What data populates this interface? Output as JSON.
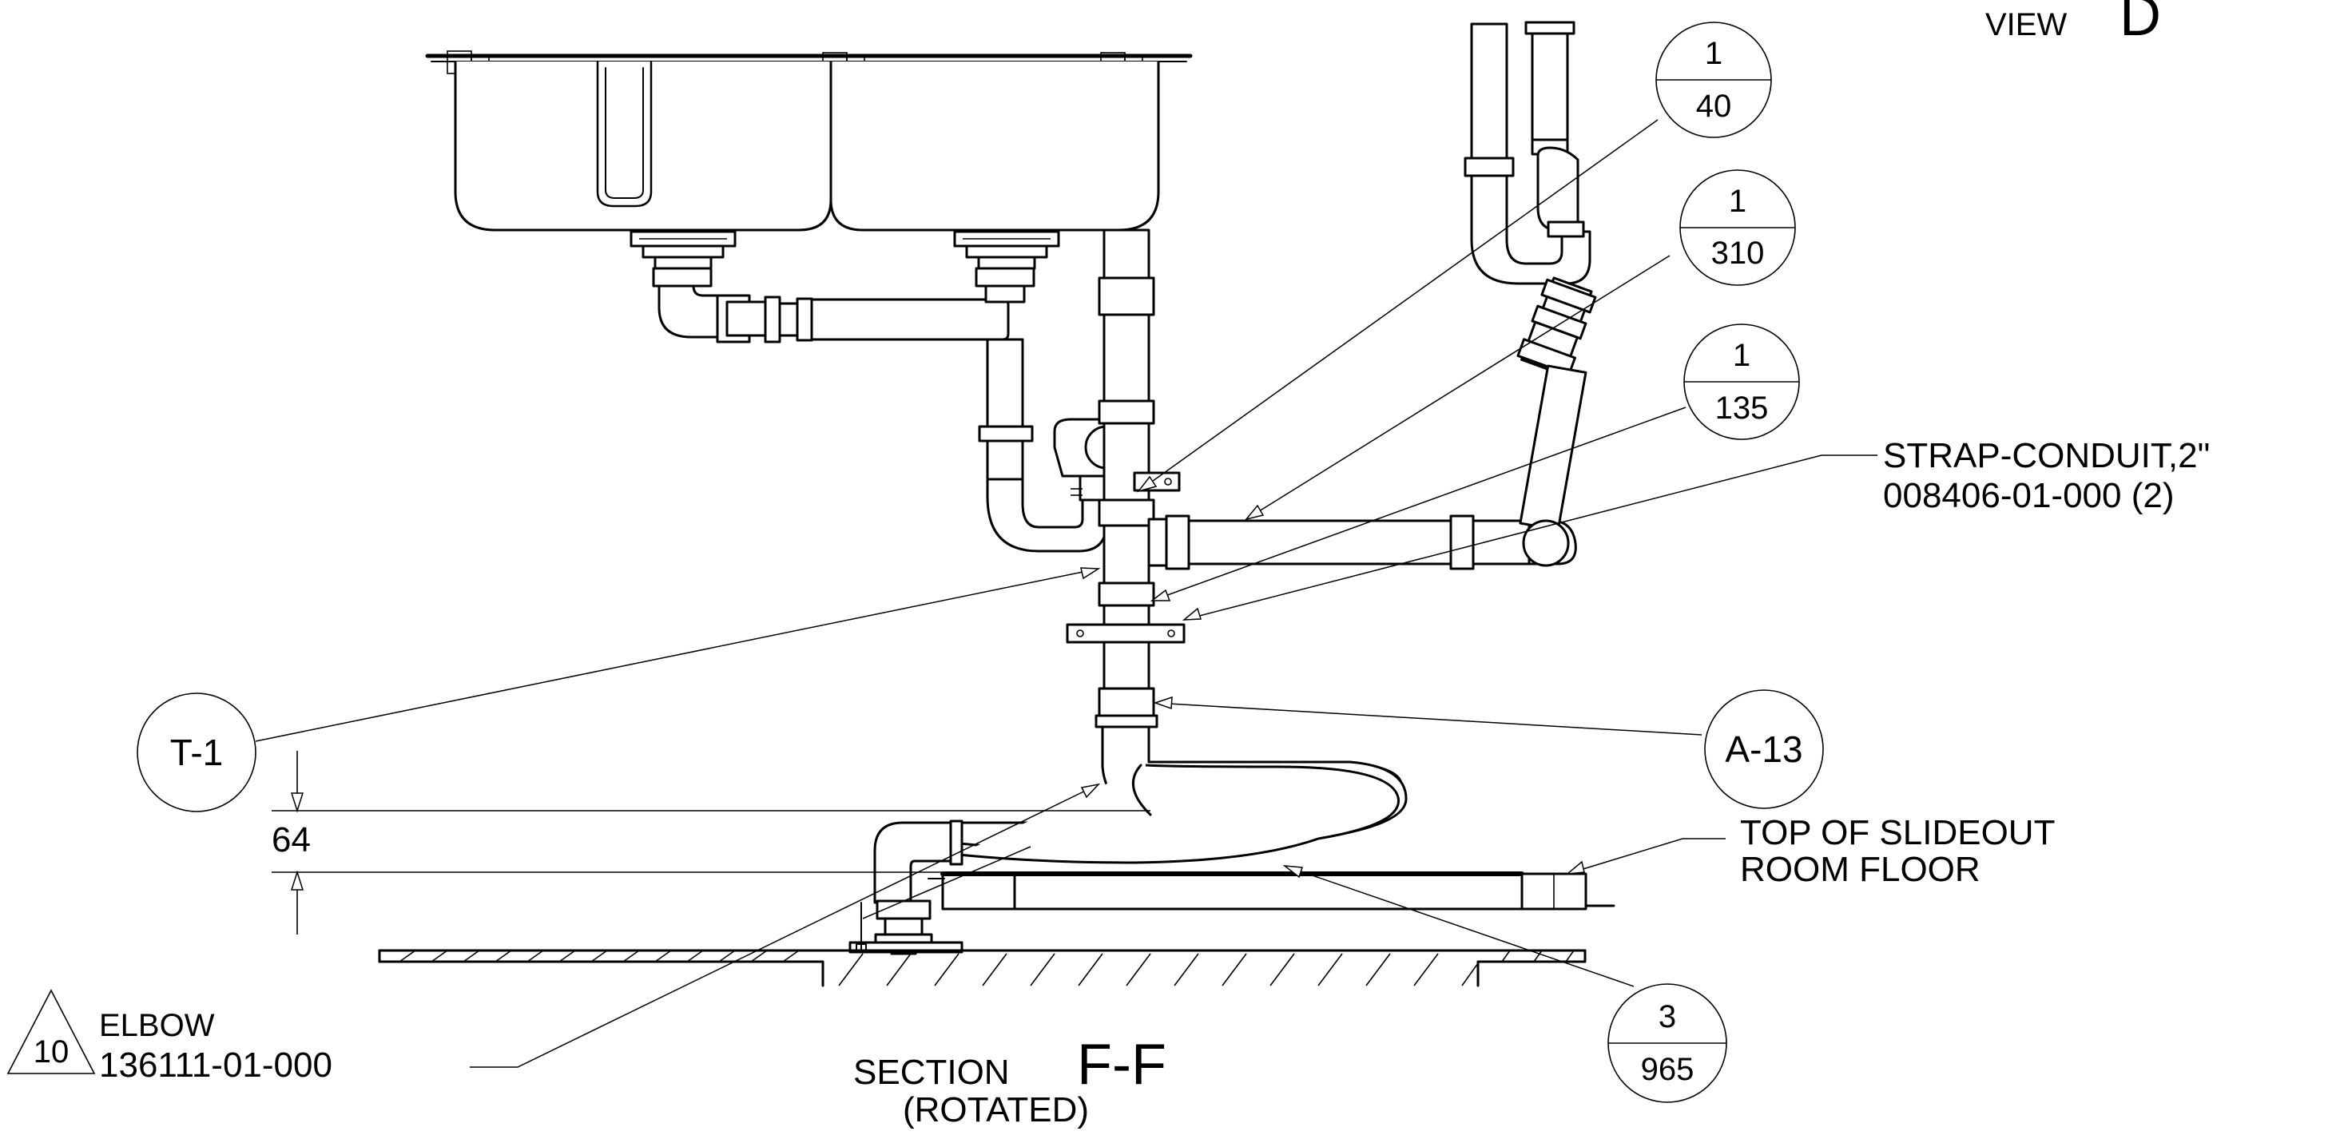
{
  "view_label": {
    "prefix": "VIEW",
    "letter": "D"
  },
  "section_label": {
    "prefix": "SECTION",
    "letters": "F-F",
    "note": "(ROTATED)"
  },
  "callouts": [
    {
      "id": "c40",
      "top": "1",
      "bottom": "40"
    },
    {
      "id": "c310",
      "top": "1",
      "bottom": "310"
    },
    {
      "id": "c135",
      "top": "1",
      "bottom": "135"
    },
    {
      "id": "c965",
      "top": "3",
      "bottom": "965"
    }
  ],
  "tags": {
    "t1": "T-1",
    "a13": "A-13"
  },
  "notes": {
    "strap_line1": "STRAP-CONDUIT,2\"",
    "strap_line2": "008406-01-000 (2)",
    "floor_line1": "TOP OF SLIDEOUT",
    "floor_line2": "ROOM FLOOR",
    "elbow_line1": "ELBOW",
    "elbow_line2": "136111-01-000",
    "elbow_flag": "10"
  },
  "dimension": {
    "value": "64"
  }
}
